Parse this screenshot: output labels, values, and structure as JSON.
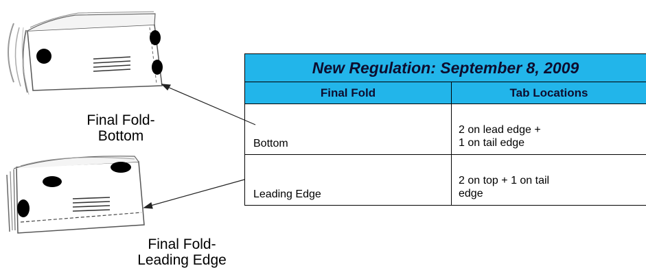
{
  "captions": {
    "bottom": "Final Fold-\nBottom",
    "leading": "Final Fold-\nLeading Edge"
  },
  "table": {
    "title": "New Regulation: September 8, 2009",
    "headers": [
      "Final Fold",
      "Tab Locations"
    ],
    "rows": [
      {
        "fold": "Bottom",
        "tabs": "2 on lead edge +\n1 on tail edge"
      },
      {
        "fold": "Leading Edge",
        "tabs": "2 on top + 1 on tail\nedge"
      }
    ]
  },
  "colors": {
    "header_fill": "#22b5ea",
    "tab_dot": "#000000"
  }
}
